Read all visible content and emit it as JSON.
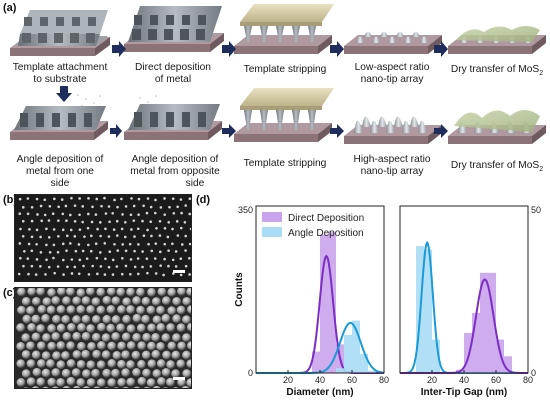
{
  "panel_labels": {
    "a": "(a)",
    "b": "(b)",
    "c": "(c)",
    "d": "(d)"
  },
  "row1": {
    "steps": [
      {
        "line1": "Template attachment",
        "line2": "to substrate"
      },
      {
        "line1": "Direct deposition",
        "line2": "of metal"
      },
      {
        "line1": "Template stripping",
        "line2": ""
      },
      {
        "line1": "Low-aspect ratio",
        "line2": "nano-tip array"
      },
      {
        "line1": "Dry transfer of MoS",
        "sub": "2"
      }
    ]
  },
  "row2": {
    "steps": [
      {
        "line1": "Angle deposition of",
        "line2": "metal from one",
        "line3": "side"
      },
      {
        "line1": "Angle deposition of",
        "line2": "metal from opposite",
        "line3": "side"
      },
      {
        "line1": "Template stripping",
        "line2": ""
      },
      {
        "line1": "High-aspect ratio",
        "line2": "nano-tip array"
      },
      {
        "line1": "Dry transfer of MoS",
        "sub": "2"
      }
    ]
  },
  "colors": {
    "arrow": "#1f2d5c",
    "direct_fill": "#c9a3ec",
    "direct_line": "#7a2fc2",
    "angle_fill": "#a9ddf5",
    "angle_line": "#1a9ad6",
    "substrate": "#8c7378",
    "metal": "#8f969c"
  },
  "chart_data": [
    {
      "type": "bar",
      "xlabel": "Diameter (nm)",
      "ylabel": "Counts",
      "xlim": [
        0,
        80
      ],
      "ylim": [
        0,
        350
      ],
      "xticks": [
        "20",
        "40",
        "60",
        "80"
      ],
      "yticks": [
        "0",
        "350"
      ],
      "legend": [
        "Direct Deposition",
        "Angle Deposition"
      ],
      "legend_position": "top-right",
      "series": [
        {
          "name": "Direct Deposition",
          "bin_starts": [
            35,
            40,
            45,
            50,
            55
          ],
          "bin_width": 5,
          "values": [
            45,
            290,
            295,
            60,
            5
          ],
          "fit_center": 44,
          "fit_peak": 245,
          "fit_sigma": 4.2
        },
        {
          "name": "Angle Deposition",
          "bin_starts": [
            50,
            55,
            60,
            65,
            70
          ],
          "bin_width": 5,
          "values": [
            10,
            80,
            110,
            40,
            5
          ],
          "fit_center": 59,
          "fit_peak": 105,
          "fit_sigma": 6.5
        }
      ]
    },
    {
      "type": "bar",
      "xlabel": "Inter-Tip Gap (nm)",
      "ylabel": "Counts",
      "xlim": [
        0,
        80
      ],
      "ylim": [
        0,
        50
      ],
      "xticks": [
        "20",
        "40",
        "60",
        "80"
      ],
      "yticks": [
        "0",
        "50"
      ],
      "series": [
        {
          "name": "Angle Deposition",
          "bin_starts": [
            10,
            15,
            20
          ],
          "bin_width": 5,
          "values": [
            38,
            37,
            10
          ],
          "fit_center": 17,
          "fit_peak": 39,
          "fit_sigma": 3.5
        },
        {
          "name": "Direct Deposition",
          "bin_starts": [
            35,
            40,
            45,
            50,
            55,
            60,
            65
          ],
          "bin_width": 5,
          "values": [
            1,
            12,
            18,
            30,
            30,
            10,
            5
          ],
          "fit_center": 53,
          "fit_peak": 28,
          "fit_sigma": 5.5
        }
      ]
    }
  ]
}
